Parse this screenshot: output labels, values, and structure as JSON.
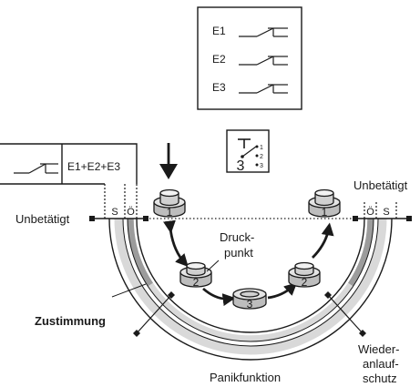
{
  "contacts": [
    "E1",
    "E2",
    "E3"
  ],
  "combined_contact": "E1+E2+E3",
  "state_left": "Unbetätigt",
  "state_right": "Unbetätigt",
  "switch_letter_s": "S",
  "switch_letter_o": "Ö",
  "pressure_point": [
    "Druck-",
    "punkt"
  ],
  "consent": "Zustimmung",
  "panic": "Panikfunktion",
  "restart": [
    "Wieder-",
    "anlauf-",
    "schutz"
  ],
  "positions": [
    "1",
    "2",
    "3",
    "2",
    "1"
  ],
  "mode_icon": {
    "digit": "3",
    "outputs": [
      "1",
      "2",
      "3"
    ]
  },
  "colors": {
    "line": "#1a1a1a",
    "track_dark": "#9c9c9c",
    "track_light": "#d9d9d9",
    "button_top": "#e4e4e4",
    "button_side": "#bdbdbd"
  }
}
